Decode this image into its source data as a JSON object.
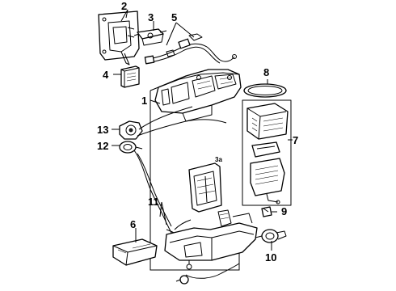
{
  "callouts": {
    "c1": "1",
    "c2": "2",
    "c3": "3",
    "c4": "4",
    "c5": "5",
    "c6": "6",
    "c7": "7",
    "c8": "8",
    "c9": "9",
    "c10": "10",
    "c11": "11",
    "c12": "12",
    "c13": "13"
  },
  "minor_labels": {
    "ref_3a": "3a"
  }
}
